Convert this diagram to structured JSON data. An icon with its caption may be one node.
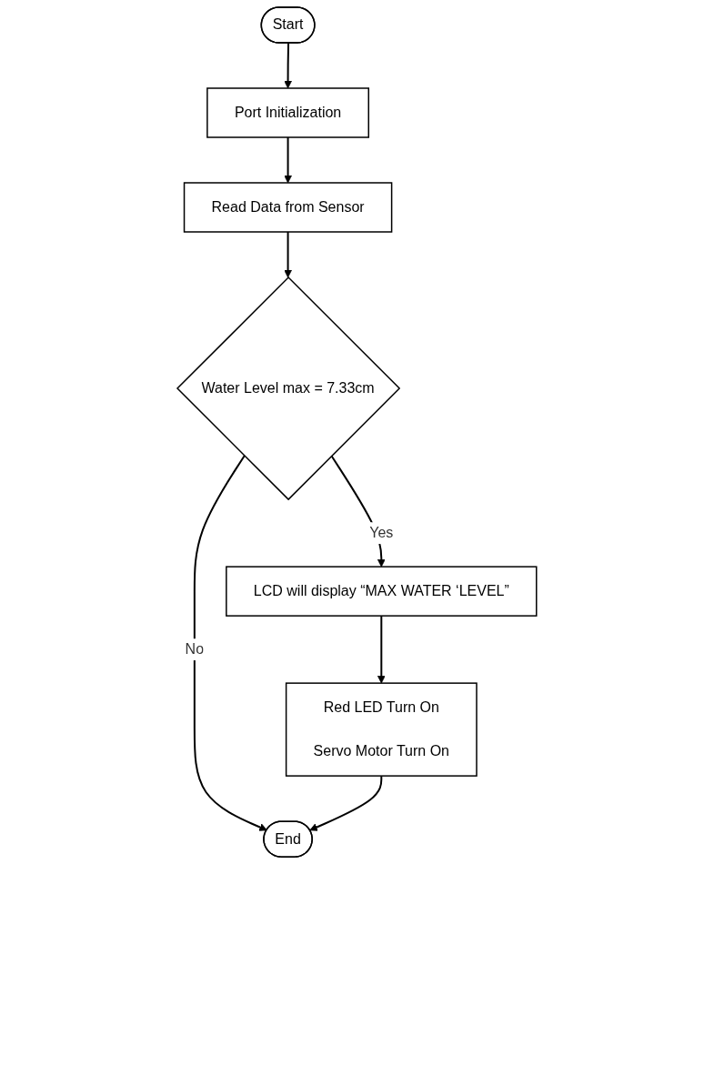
{
  "diagram": {
    "nodes": [
      {
        "text": [
          "Start"
        ]
      },
      {
        "text": [
          "Port Initialization"
        ]
      },
      {
        "text": [
          "Read Data from Sensor"
        ]
      },
      {
        "text": [
          "Water Level max = 7.33cm"
        ]
      },
      {
        "text": [
          "LCD will display “MAX WATER ‘LEVEL”"
        ]
      },
      {
        "text": [
          "Red LED Turn On",
          "Servo Motor Turn On"
        ]
      },
      {
        "text": [
          "End"
        ]
      }
    ],
    "edges": [
      {
        "from": 0,
        "to": 1,
        "arrow": "to"
      },
      {
        "from": 1,
        "to": 2,
        "arrow": "to"
      },
      {
        "from": 2,
        "to": 3,
        "arrow": "to"
      },
      {
        "from": 3,
        "to": 4,
        "label": "Yes",
        "arrow": "to"
      },
      {
        "from": 4,
        "to": 5,
        "arrow": "to"
      },
      {
        "from": 3,
        "to": 6,
        "label": "No",
        "arrow": "to"
      },
      {
        "from": 5,
        "to": 6,
        "arrow": "to"
      }
    ]
  }
}
